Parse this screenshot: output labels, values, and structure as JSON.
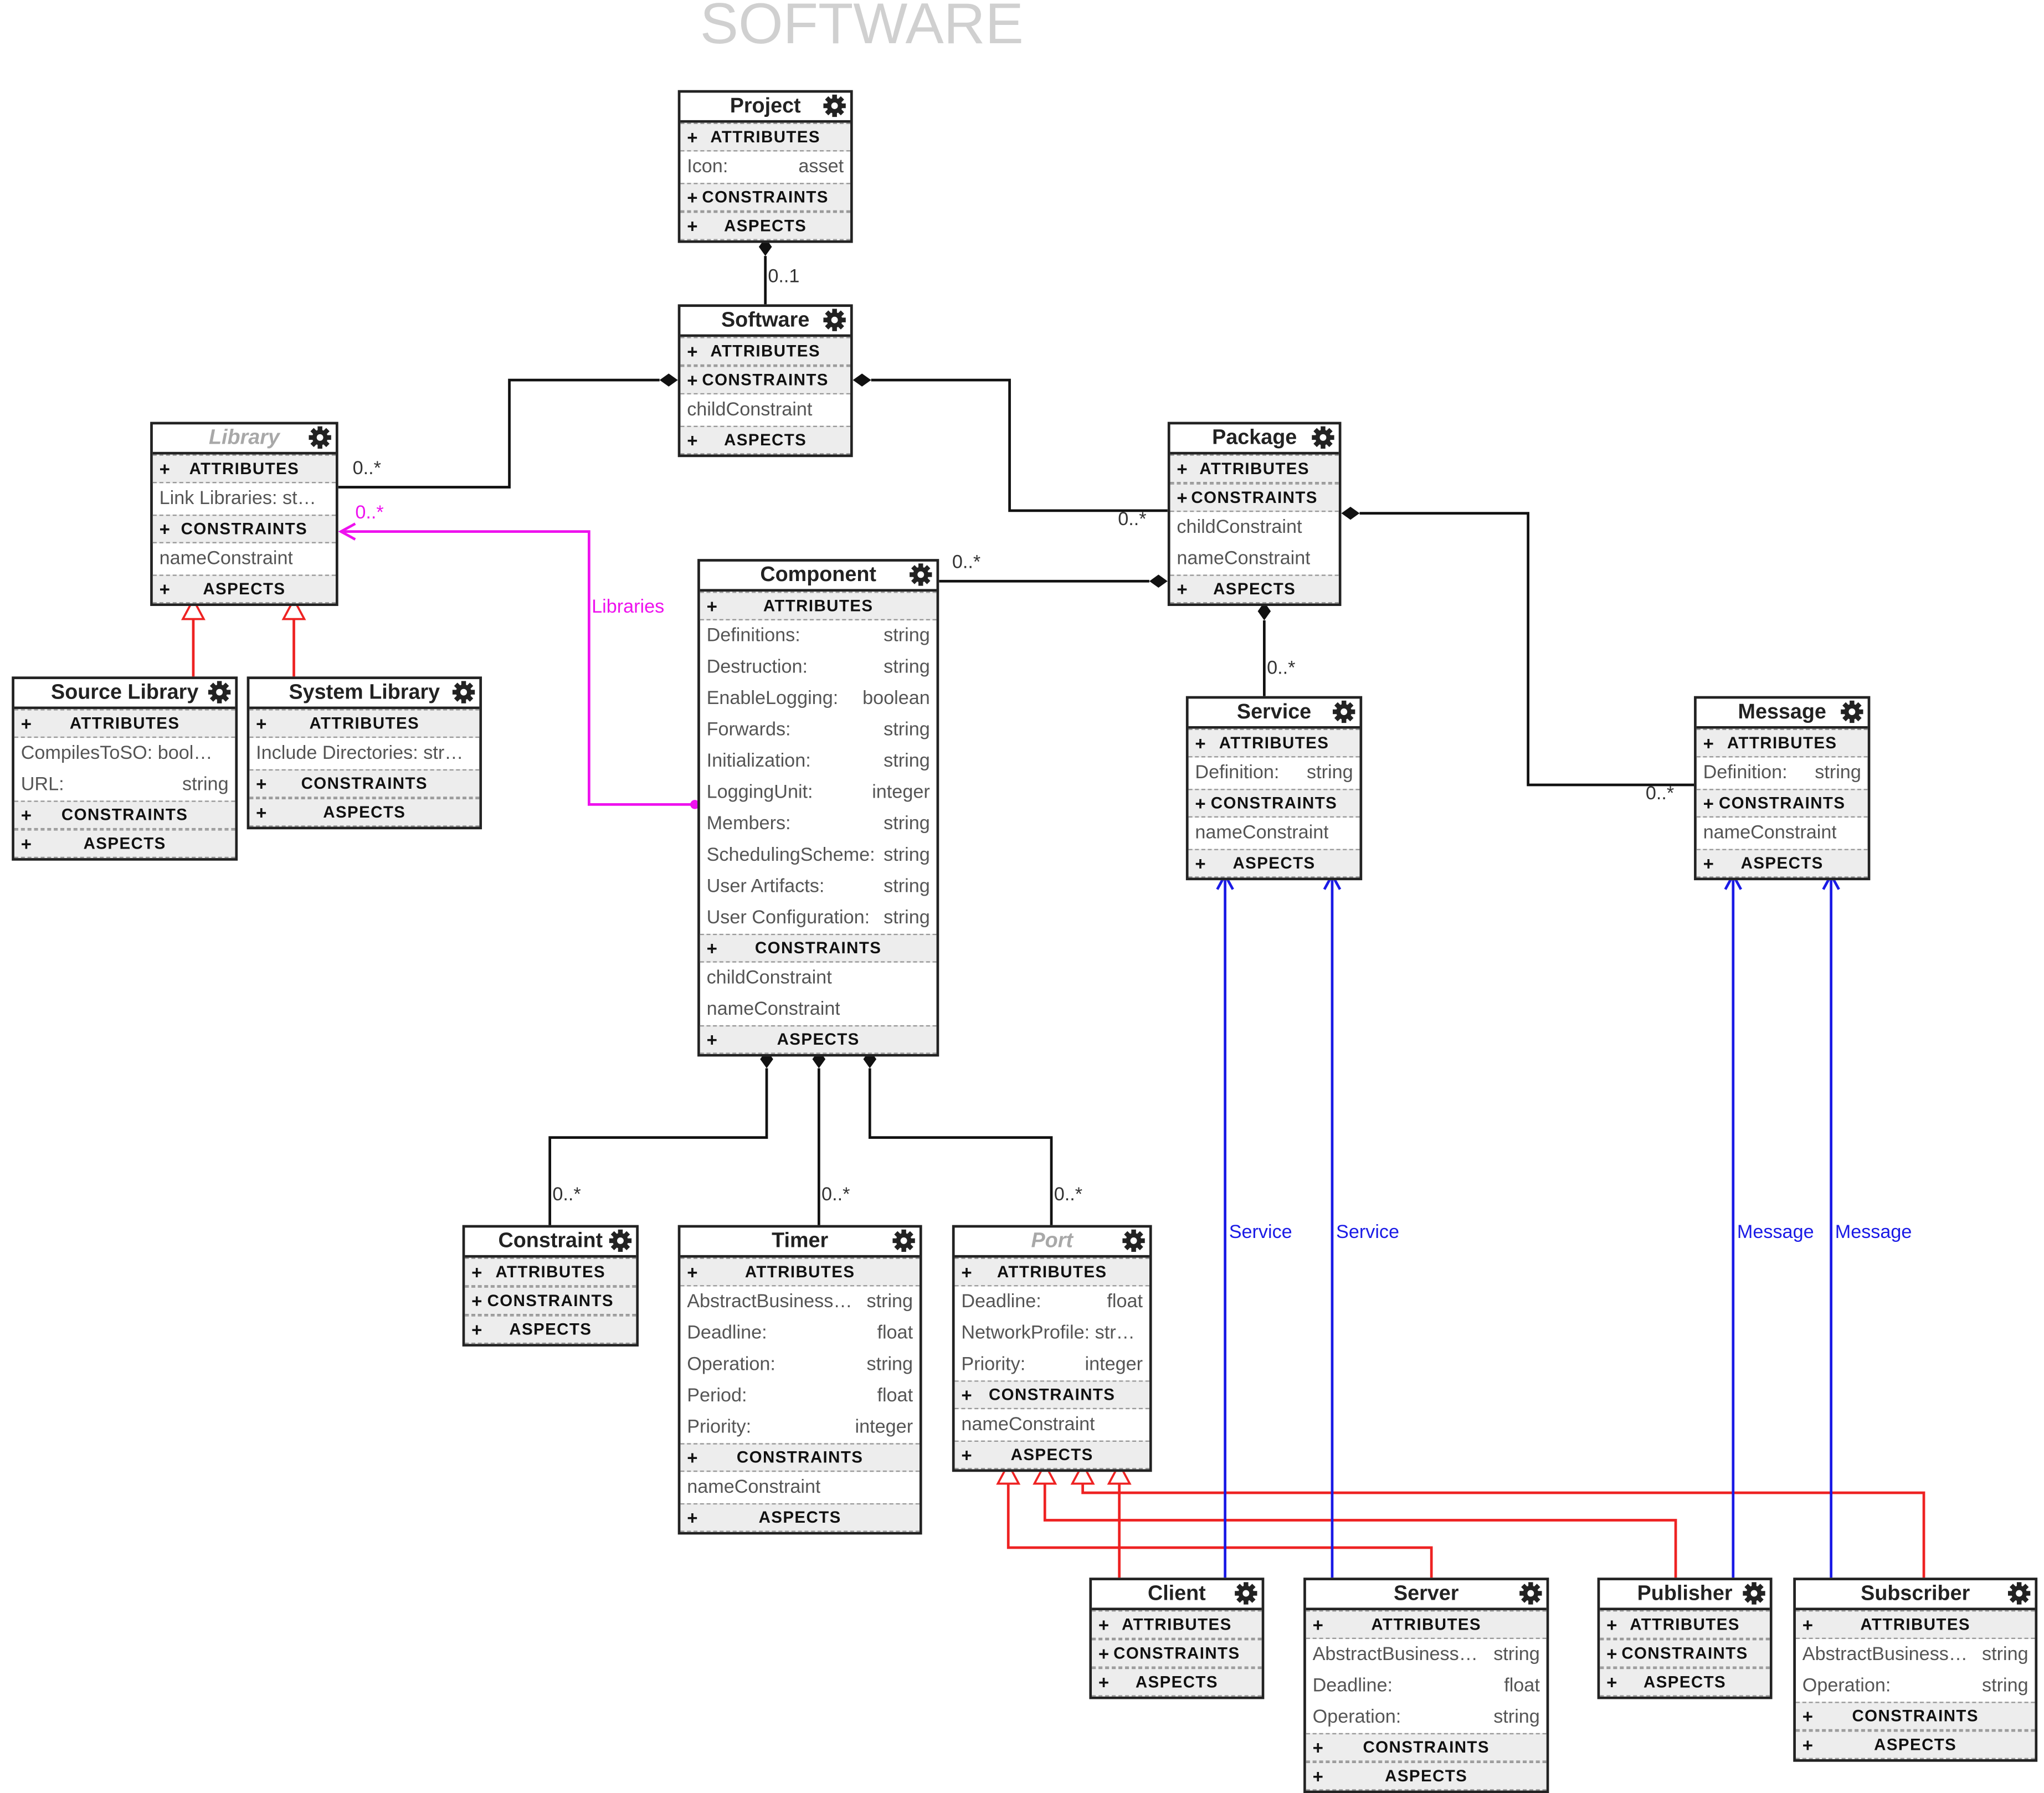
{
  "diagram": {
    "title": "SOFTWARE",
    "classes": {
      "project": {
        "name": "Project",
        "attributes": [
          {
            "key": "Icon:",
            "value": "asset"
          }
        ],
        "constraints": []
      },
      "software": {
        "name": "Software",
        "attributes": [],
        "constraints": [
          "childConstraint"
        ]
      },
      "library": {
        "name": "Library",
        "attributes": [
          {
            "key": "Link Libraries: string",
            "value": ""
          }
        ],
        "constraints": [
          "nameConstraint"
        ]
      },
      "source_library": {
        "name": "Source Library",
        "attributes": [
          {
            "key": "CompilesToSO: boolean",
            "value": ""
          },
          {
            "key": "URL:",
            "value": "string"
          }
        ],
        "constraints": []
      },
      "system_library": {
        "name": "System Library",
        "attributes": [
          {
            "key": "Include Directories: string",
            "value": ""
          }
        ],
        "constraints": []
      },
      "package": {
        "name": "Package",
        "attributes": [],
        "constraints": [
          "childConstraint",
          "nameConstraint"
        ]
      },
      "component": {
        "name": "Component",
        "attributes": [
          {
            "key": "Definitions:",
            "value": "string"
          },
          {
            "key": "Destruction:",
            "value": "string"
          },
          {
            "key": "EnableLogging:",
            "value": "boolean"
          },
          {
            "key": "Forwards:",
            "value": "string"
          },
          {
            "key": "Initialization:",
            "value": "string"
          },
          {
            "key": "LoggingUnit:",
            "value": "integer"
          },
          {
            "key": "Members:",
            "value": "string"
          },
          {
            "key": "SchedulingScheme:",
            "value": "string"
          },
          {
            "key": "User Artifacts:",
            "value": "string"
          },
          {
            "key": "User Configuration:",
            "value": "string"
          }
        ],
        "constraints": [
          "childConstraint",
          "nameConstraint"
        ]
      },
      "service": {
        "name": "Service",
        "attributes": [
          {
            "key": "Definition:",
            "value": "string"
          }
        ],
        "constraints": [
          "nameConstraint"
        ]
      },
      "message": {
        "name": "Message",
        "attributes": [
          {
            "key": "Definition:",
            "value": "string"
          }
        ],
        "constraints": [
          "nameConstraint"
        ]
      },
      "constraint": {
        "name": "Constraint",
        "attributes": [],
        "constraints": []
      },
      "timer": {
        "name": "Timer",
        "attributes": [
          {
            "key": "AbstractBusiness…",
            "value": "string"
          },
          {
            "key": "Deadline:",
            "value": "float"
          },
          {
            "key": "Operation:",
            "value": "string"
          },
          {
            "key": "Period:",
            "value": "float"
          },
          {
            "key": "Priority:",
            "value": "integer"
          }
        ],
        "constraints": [
          "nameConstraint"
        ]
      },
      "port": {
        "name": "Port",
        "attributes": [
          {
            "key": "Deadline:",
            "value": "float"
          },
          {
            "key": "NetworkProfile: string",
            "value": ""
          },
          {
            "key": "Priority:",
            "value": "integer"
          }
        ],
        "constraints": [
          "nameConstraint"
        ]
      },
      "client": {
        "name": "Client",
        "attributes": [],
        "constraints": []
      },
      "server": {
        "name": "Server",
        "attributes": [
          {
            "key": "AbstractBusiness…",
            "value": "string"
          },
          {
            "key": "Deadline:",
            "value": "float"
          },
          {
            "key": "Operation:",
            "value": "string"
          }
        ],
        "constraints": []
      },
      "publisher": {
        "name": "Publisher",
        "attributes": [],
        "constraints": []
      },
      "subscriber": {
        "name": "Subscriber",
        "attributes": [
          {
            "key": "AbstractBusiness…",
            "value": "string"
          },
          {
            "key": "Operation:",
            "value": "string"
          }
        ],
        "constraints": []
      }
    },
    "section_labels": {
      "attributes": "ATTRIBUTES",
      "constraints": "CONSTRAINTS",
      "aspects": "ASPECTS",
      "plus": "+"
    },
    "edge_labels": {
      "project_software": "0..1",
      "software_library": "0..*",
      "software_package": "0..*",
      "component_library_mult": "0..*",
      "component_library_name": "Libraries",
      "package_component": "0..*",
      "package_service": "0..*",
      "package_message": "0..*",
      "component_constraint": "0..*",
      "component_timer": "0..*",
      "component_port": "0..*",
      "client_service": "Service",
      "server_service": "Service",
      "publisher_message": "Message",
      "subscriber_message": "Message"
    },
    "colors": {
      "containment": "#111111",
      "inheritance": "#ee2222",
      "pointer_libraries": "#ee11ee",
      "pointer_ref": "#1a1ae6",
      "title": "#d0d0d0"
    },
    "icons": {
      "class_settings": "gear-icon"
    }
  }
}
